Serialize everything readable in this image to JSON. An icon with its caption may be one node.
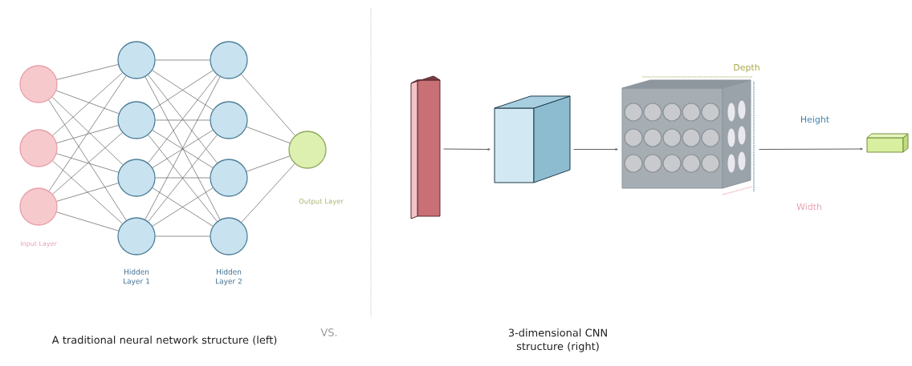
{
  "diagram": {
    "nodes": [
      {
        "text": [],
        "shape": "circle"
      },
      {
        "text": [],
        "shape": "circle"
      },
      {
        "text": [],
        "shape": "circle"
      },
      {
        "text": [],
        "shape": "circle"
      },
      {
        "text": [],
        "shape": "circle"
      },
      {
        "text": [],
        "shape": "circle"
      },
      {
        "text": [],
        "shape": "circle"
      },
      {
        "text": [],
        "shape": "circle"
      },
      {
        "text": [],
        "shape": "circle"
      },
      {
        "text": [],
        "shape": "circle"
      },
      {
        "text": [],
        "shape": "circle"
      },
      {
        "text": [],
        "shape": "circle"
      },
      {
        "text": [],
        "shape": "box"
      },
      {
        "text": [],
        "shape": "box"
      },
      {
        "text": [],
        "shape": "box"
      },
      {
        "text": [],
        "shape": "box"
      }
    ],
    "edges": [
      {
        "from": 0,
        "to": 3,
        "arrow": "none"
      },
      {
        "from": 0,
        "to": 4,
        "arrow": "none"
      },
      {
        "from": 0,
        "to": 5,
        "arrow": "none"
      },
      {
        "from": 0,
        "to": 6,
        "arrow": "none"
      },
      {
        "from": 1,
        "to": 3,
        "arrow": "none"
      },
      {
        "from": 1,
        "to": 4,
        "arrow": "none"
      },
      {
        "from": 1,
        "to": 5,
        "arrow": "none"
      },
      {
        "from": 1,
        "to": 6,
        "arrow": "none"
      },
      {
        "from": 2,
        "to": 3,
        "arrow": "none"
      },
      {
        "from": 2,
        "to": 4,
        "arrow": "none"
      },
      {
        "from": 2,
        "to": 5,
        "arrow": "none"
      },
      {
        "from": 2,
        "to": 6,
        "arrow": "none"
      },
      {
        "from": 3,
        "to": 7,
        "arrow": "none"
      },
      {
        "from": 3,
        "to": 8,
        "arrow": "none"
      },
      {
        "from": 3,
        "to": 9,
        "arrow": "none"
      },
      {
        "from": 3,
        "to": 10,
        "arrow": "none"
      },
      {
        "from": 4,
        "to": 7,
        "arrow": "none"
      },
      {
        "from": 4,
        "to": 8,
        "arrow": "none"
      },
      {
        "from": 4,
        "to": 9,
        "arrow": "none"
      },
      {
        "from": 4,
        "to": 10,
        "arrow": "none"
      },
      {
        "from": 5,
        "to": 7,
        "arrow": "none"
      },
      {
        "from": 5,
        "to": 8,
        "arrow": "none"
      },
      {
        "from": 5,
        "to": 9,
        "arrow": "none"
      },
      {
        "from": 5,
        "to": 10,
        "arrow": "none"
      },
      {
        "from": 6,
        "to": 7,
        "arrow": "none"
      },
      {
        "from": 6,
        "to": 8,
        "arrow": "none"
      },
      {
        "from": 6,
        "to": 9,
        "arrow": "none"
      },
      {
        "from": 6,
        "to": 10,
        "arrow": "none"
      },
      {
        "from": 7,
        "to": 11,
        "arrow": "none"
      },
      {
        "from": 8,
        "to": 11,
        "arrow": "none"
      },
      {
        "from": 9,
        "to": 11,
        "arrow": "none"
      },
      {
        "from": 10,
        "to": 11,
        "arrow": "none"
      },
      {
        "from": 12,
        "to": 13,
        "arrow": "to"
      },
      {
        "from": 13,
        "to": 14,
        "arrow": "to"
      },
      {
        "from": 14,
        "to": 15,
        "arrow": "to"
      }
    ],
    "labels": [
      "Input Layer",
      "Hidden Layer 1",
      "Hidden Layer 2",
      "Output Layer",
      "Depth",
      "Height",
      "Width",
      "A traditional neural network structure (left)",
      "VS.",
      "3-dimensional CNN structure (right)"
    ]
  }
}
